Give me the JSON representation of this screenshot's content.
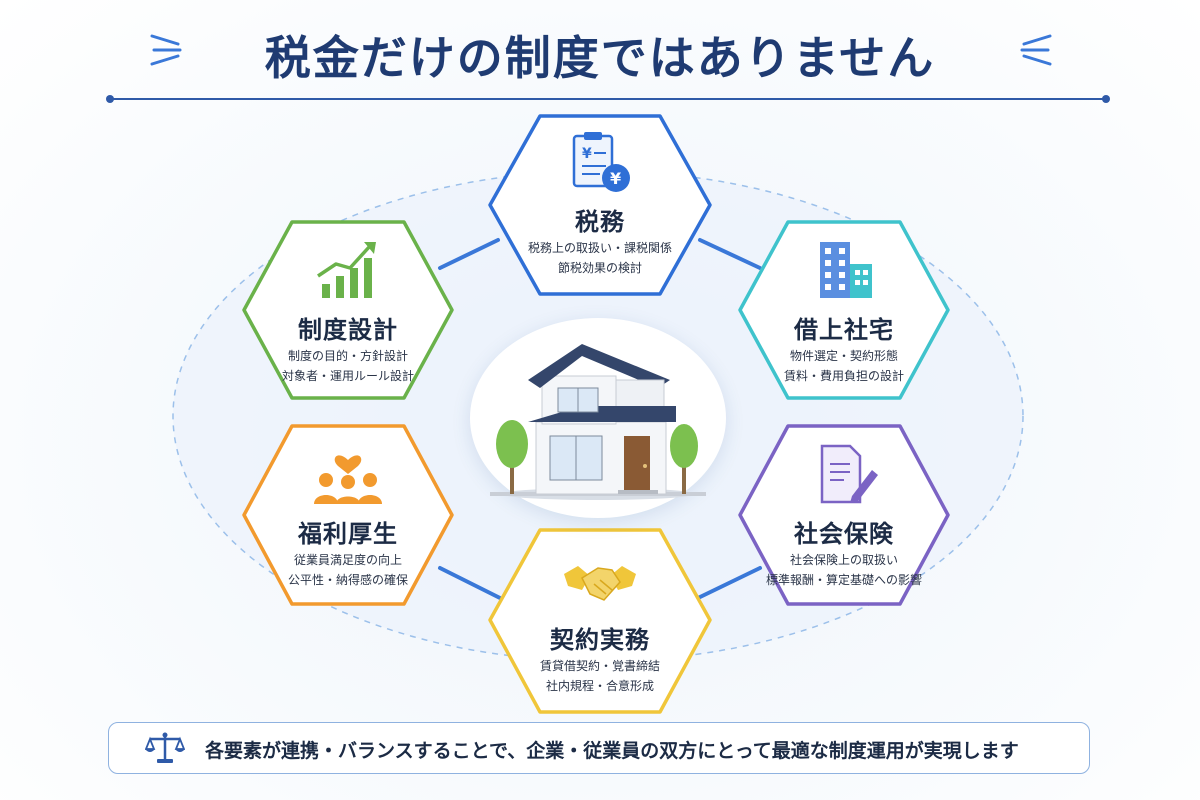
{
  "title": "税金だけの制度ではありません",
  "colors": {
    "title": "#1f3b72",
    "tax": "#2f6fd6",
    "housing": "#3fc3cc",
    "social": "#7b63c4",
    "contract": "#f0c63a",
    "welfare": "#f29a2e",
    "design": "#6ab24a",
    "connector": "#3a78d8"
  },
  "nodes": {
    "tax": {
      "title": "税務",
      "desc1": "税務上の取扱い・課税関係",
      "desc2": "節税効果の検討",
      "icon": "tax-document-yen-icon"
    },
    "housing": {
      "title": "借上社宅",
      "desc1": "物件選定・契約形態",
      "desc2": "賃料・費用負担の設計",
      "icon": "building-icon"
    },
    "social": {
      "title": "社会保険",
      "desc1": "社会保険上の取扱い",
      "desc2": "標準報酬・算定基礎への影響",
      "icon": "document-pen-icon"
    },
    "contract": {
      "title": "契約実務",
      "desc1": "賃貸借契約・覚書締結",
      "desc2": "社内規程・合意形成",
      "icon": "handshake-icon"
    },
    "welfare": {
      "title": "福利厚生",
      "desc1": "従業員満足度の向上",
      "desc2": "公平性・納得感の確保",
      "icon": "people-heart-icon"
    },
    "design": {
      "title": "制度設計",
      "desc1": "制度の目的・方針設計",
      "desc2": "対象者・運用ルール設計",
      "icon": "growth-chart-icon"
    }
  },
  "center": {
    "icon": "house-icon"
  },
  "footer": {
    "text": "各要素が連携・バランスすることで、企業・従業員の双方にとって最適な制度運用が実現します",
    "icon": "scales-icon"
  }
}
